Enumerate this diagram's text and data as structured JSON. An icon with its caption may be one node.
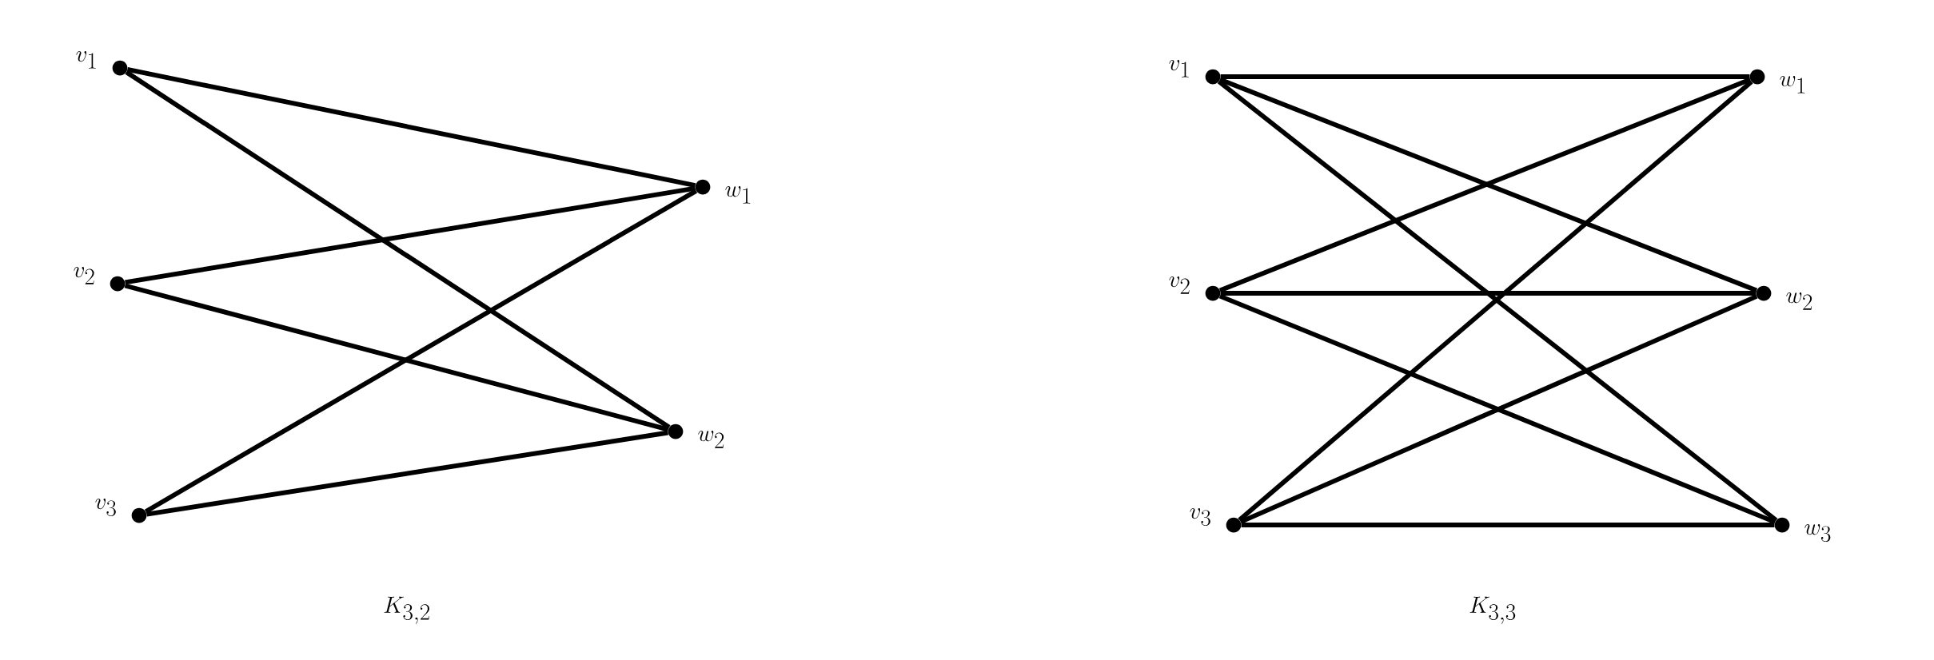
{
  "diagram": {
    "nodes": [
      {
        "text": [
          "v_{1}"
        ]
      },
      {
        "text": [
          "v_{2}"
        ]
      },
      {
        "text": [
          "v_{3}"
        ]
      },
      {
        "text": [
          "w_{1}"
        ]
      },
      {
        "text": [
          "w_{2}"
        ]
      },
      {
        "text": [
          "v_{1}"
        ]
      },
      {
        "text": [
          "v_{2}"
        ]
      },
      {
        "text": [
          "v_{3}"
        ]
      },
      {
        "text": [
          "w_{1}"
        ]
      },
      {
        "text": [
          "w_{2}"
        ]
      },
      {
        "text": [
          "w_{3}"
        ]
      }
    ],
    "edges": [
      {
        "from": 0,
        "to": 3,
        "arrow": "none"
      },
      {
        "from": 0,
        "to": 4,
        "arrow": "none"
      },
      {
        "from": 1,
        "to": 3,
        "arrow": "none"
      },
      {
        "from": 1,
        "to": 4,
        "arrow": "none"
      },
      {
        "from": 2,
        "to": 3,
        "arrow": "none"
      },
      {
        "from": 2,
        "to": 4,
        "arrow": "none"
      },
      {
        "from": 5,
        "to": 8,
        "arrow": "none"
      },
      {
        "from": 5,
        "to": 9,
        "arrow": "none"
      },
      {
        "from": 5,
        "to": 10,
        "arrow": "none"
      },
      {
        "from": 6,
        "to": 8,
        "arrow": "none"
      },
      {
        "from": 6,
        "to": 9,
        "arrow": "none"
      },
      {
        "from": 6,
        "to": 10,
        "arrow": "none"
      },
      {
        "from": 7,
        "to": 8,
        "arrow": "none"
      },
      {
        "from": 7,
        "to": 9,
        "arrow": "none"
      },
      {
        "from": 7,
        "to": 10,
        "arrow": "none"
      }
    ],
    "labels": [
      "K_{3,2}",
      "K_{3,3}"
    ]
  }
}
